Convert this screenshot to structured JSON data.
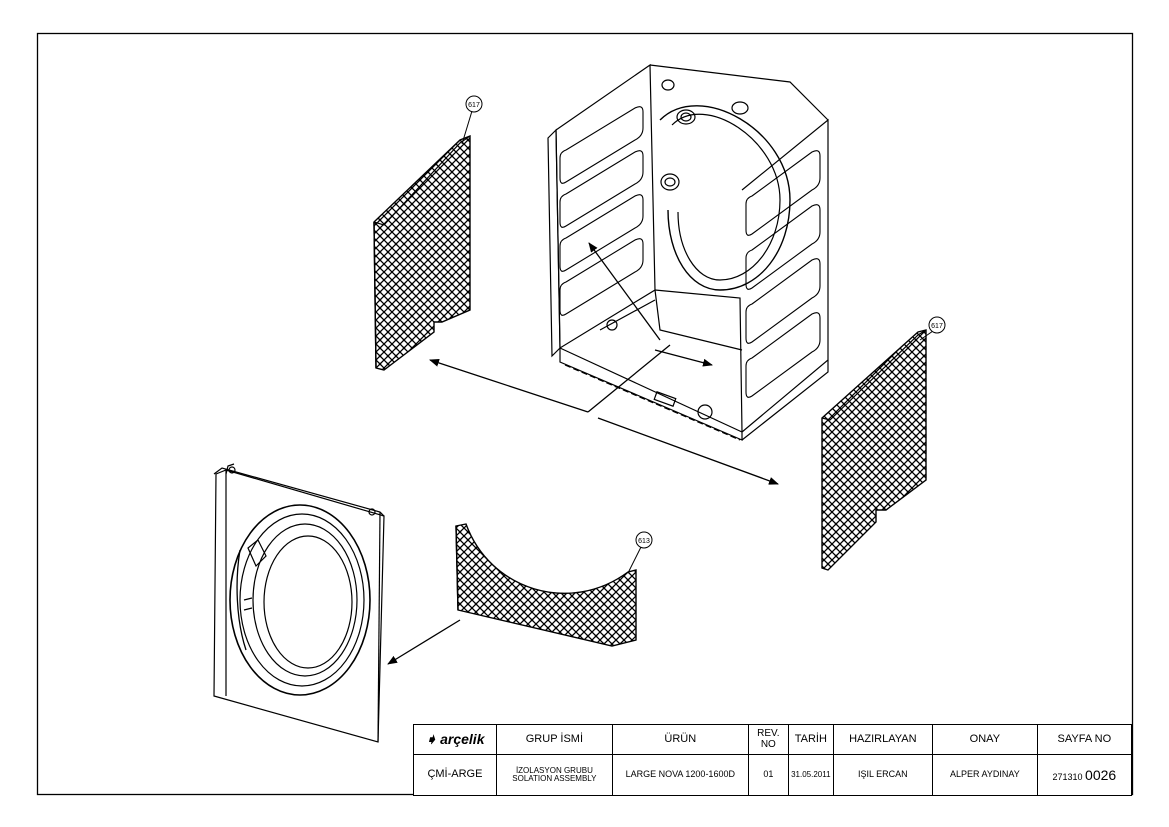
{
  "callouts": [
    {
      "id": "617-left",
      "number": "617"
    },
    {
      "id": "617-right",
      "number": "617"
    },
    {
      "id": "613",
      "number": "613"
    }
  ],
  "title_block": {
    "logo_text": "arçelik",
    "headers": {
      "group_name": "GRUP İSMİ",
      "product": "ÜRÜN",
      "rev_no": "REV. NO",
      "date": "TARİH",
      "prepared_by": "HAZIRLAYAN",
      "approval": "ONAY",
      "page_no": "SAYFA NO"
    },
    "values": {
      "department": "ÇMİ-ARGE",
      "group_name_tr": "İZOLASYON GRUBU",
      "group_name_en": "SOLATION ASSEMBLY",
      "product": "LARGE NOVA 1200-1600D",
      "rev_no": "01",
      "date": "31.05.2011",
      "prepared_by": "IŞIL ERCAN",
      "approval": "ALPER AYDINAY",
      "page_no_prefix": "271310",
      "page_no_suffix": "0026"
    }
  }
}
